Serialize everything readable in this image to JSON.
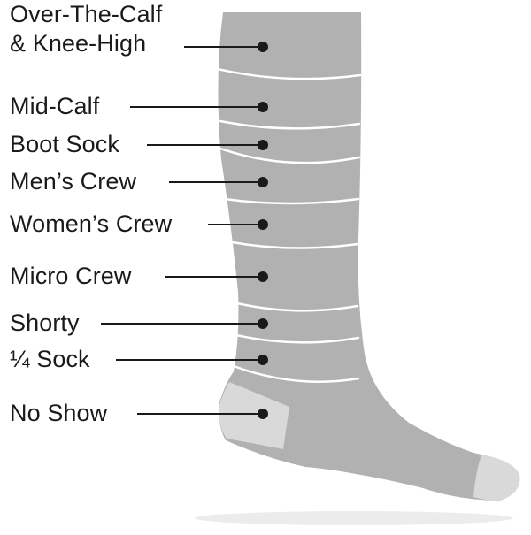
{
  "diagram": {
    "colors": {
      "sock": "#b1b1b1",
      "sock_light": "#d9d9d9",
      "band_line": "#ffffff",
      "leader": "#1a1a1a",
      "shadow": "#e6e6e6"
    },
    "labels": [
      {
        "id": "over-the-calf-knee-high",
        "lines": [
          "Over-The-Calf",
          "& Knee-High"
        ]
      },
      {
        "id": "mid-calf",
        "lines": [
          "Mid-Calf"
        ]
      },
      {
        "id": "boot-sock",
        "lines": [
          "Boot Sock"
        ]
      },
      {
        "id": "mens-crew",
        "lines": [
          "Men’s Crew"
        ]
      },
      {
        "id": "womens-crew",
        "lines": [
          "Women’s Crew"
        ]
      },
      {
        "id": "micro-crew",
        "lines": [
          "Micro Crew"
        ]
      },
      {
        "id": "shorty",
        "lines": [
          "Shorty"
        ]
      },
      {
        "id": "quarter-sock",
        "lines": [
          "¼ Sock"
        ]
      },
      {
        "id": "no-show",
        "lines": [
          "No Show"
        ]
      }
    ]
  }
}
